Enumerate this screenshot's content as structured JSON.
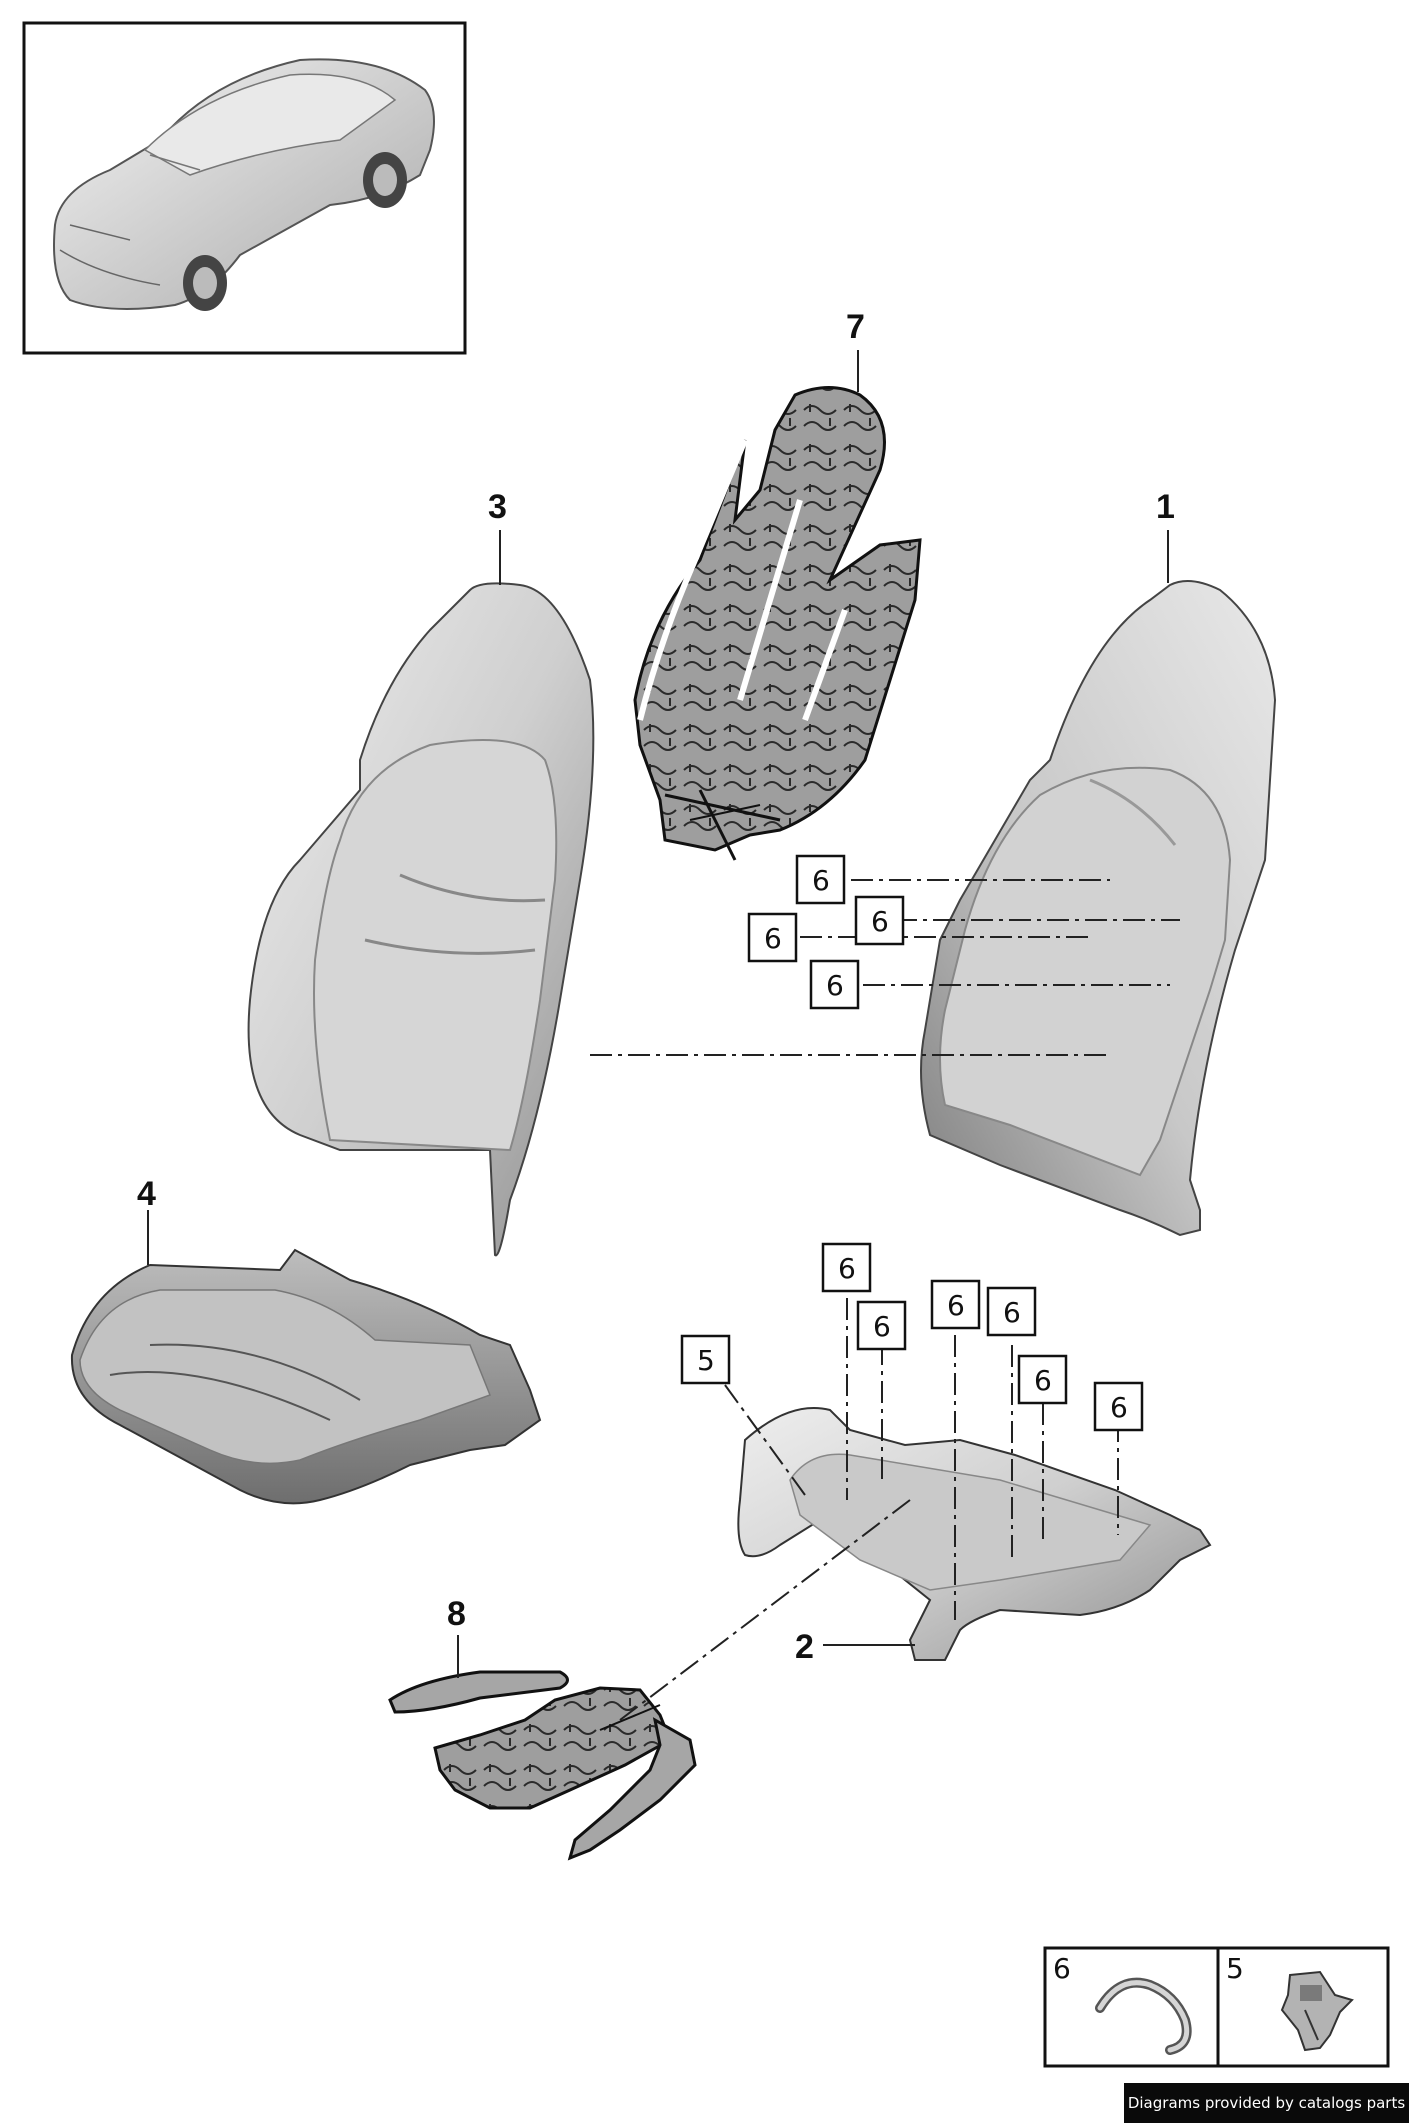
{
  "callouts": {
    "p1": "1",
    "p2": "2",
    "p3": "3",
    "p4": "4",
    "p5": "5",
    "p6": "6",
    "p7": "7",
    "p8": "8"
  },
  "legend": {
    "item_a": "6",
    "item_b": "5"
  },
  "credit": "Diagrams provided by catalogs parts",
  "colors": {
    "foam_light": "#d9d9d9",
    "foam_dark": "#8a8a8a",
    "heater_mat": "#a9a9a9",
    "line": "#1a1a1a",
    "credit_bg": "#0a0a0a"
  },
  "icons": [
    "car-overview-image",
    "seat-backrest-foam",
    "seat-cushion-foam",
    "heater-mat",
    "clip-hook-icon",
    "clip-fastener-icon"
  ]
}
